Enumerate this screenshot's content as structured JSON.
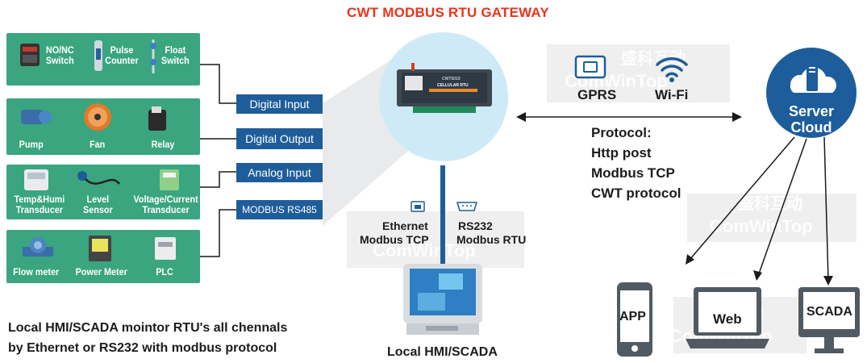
{
  "title": "CWT MODBUS RTU GATEWAY",
  "panels": [
    {
      "items": [
        "NO/NC\nSwitch",
        "Pulse\nCounter",
        "Float\nSwitch"
      ]
    },
    {
      "items": [
        "Pump",
        "Fan",
        "Relay"
      ]
    },
    {
      "items": [
        "Temp&Humi\nTransducer",
        "Level\nSensor",
        "Voltage/Current\nTransducer"
      ]
    },
    {
      "items": [
        "Flow meter",
        "Power Meter",
        "PLC"
      ]
    }
  ],
  "io_boxes": [
    "Digital Input",
    "Digital Output",
    "Analog Input",
    "MODBUS RS485"
  ],
  "device": {
    "line1": "CWT5010",
    "line2": "CELLULAR RTU"
  },
  "ports": {
    "ethernet": {
      "line1": "Ethernet",
      "line2": "Modbus TCP"
    },
    "rs232": {
      "line1": "RS232",
      "line2": "Modbus RTU"
    }
  },
  "local_hmi_label": "Local HMI/SCADA",
  "local_monitor_note": {
    "line1": "Local HMI/SCADA mointor RTU's all chennals",
    "line2": "by Ethernet or RS232 with modbus protocol"
  },
  "network": {
    "gprs": "GPRS",
    "wifi": "Wi-Fi"
  },
  "protocol": {
    "heading": "Protocol:",
    "items": [
      "Http post",
      "Modbus TCP",
      "CWT protocol"
    ]
  },
  "cloud": {
    "line1": "Server",
    "line2": "Cloud"
  },
  "clients": {
    "app": "APP",
    "web": "Web",
    "scada": "SCADA"
  },
  "watermark": {
    "cn": "盛科互动",
    "en": "ComWinTop"
  },
  "colors": {
    "title": "#e8341c",
    "panel_green": "#3aa57f",
    "io_blue": "#1f5d9a",
    "cloud_blue": "#1d5d9b",
    "halo": "#cfeaf7"
  }
}
